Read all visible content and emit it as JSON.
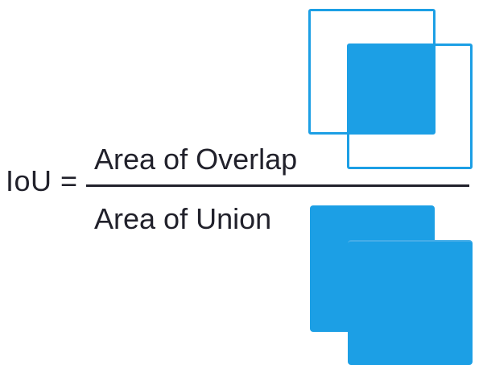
{
  "formula": {
    "lhs": "IoU =",
    "numerator": "Area of Overlap",
    "denominator": "Area of Union"
  },
  "colors": {
    "accent_blue": "#1C9FE5",
    "seam_blue": "#45ADE8",
    "text": "#21212B",
    "background": "#FFFFFF"
  }
}
